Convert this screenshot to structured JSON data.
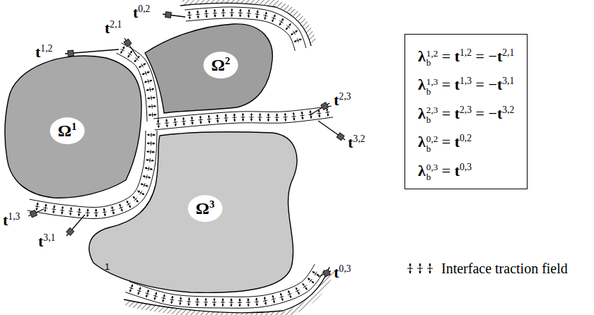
{
  "diagram": {
    "nodes": [
      {
        "text": [
          "Ω1"
        ]
      },
      {
        "text": [
          "Ω2"
        ]
      },
      {
        "text": [
          "Ω3"
        ]
      },
      {
        "text": [
          "λb1,2 = t1,2 = −t2,1",
          "λb1,3 = t1,3 = −t3,1",
          "λb2,3 = t2,3 = −t3,2",
          "λb0,2 = t0,2",
          "λb0,3 = t0,3"
        ]
      }
    ],
    "labels": [
      "t1,2",
      "t2,1",
      "t0,2",
      "t2,3",
      "t3,2",
      "t1,3",
      "t3,1",
      "t0,3",
      "1"
    ],
    "legend": [
      {
        "text": "Interface traction field"
      }
    ]
  }
}
